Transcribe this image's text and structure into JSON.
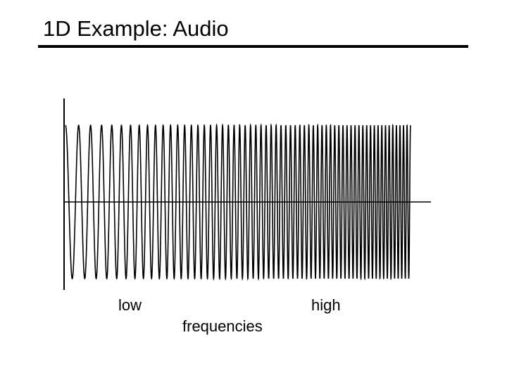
{
  "slide": {
    "title": "1D Example: Audio"
  },
  "labels": {
    "low": "low",
    "high": "high",
    "frequencies": "frequencies"
  },
  "chart_data": {
    "type": "line",
    "title": "",
    "xlabel": "frequencies",
    "ylabel": "",
    "series": [
      {
        "values_description_free": true,
        "cycles": 62,
        "frequency_start": 1,
        "frequency_end": 4
      }
    ],
    "grid": false,
    "colors": {
      "signal": "#000000",
      "axis": "#000000"
    }
  }
}
